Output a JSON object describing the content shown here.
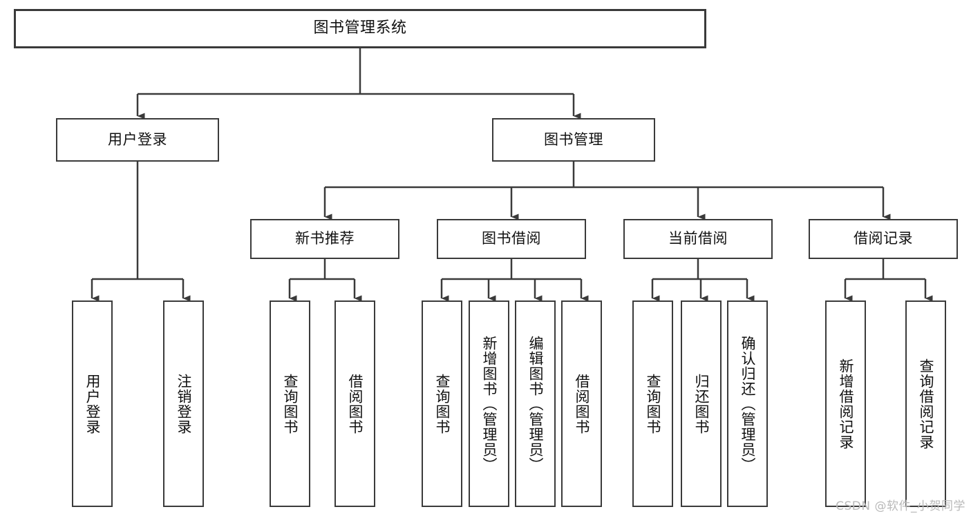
{
  "diagram": {
    "title": "图书管理系统",
    "watermark": "CSDN @软件_小贺同学",
    "stroke_color": "#3a3a3a",
    "background_color": "#ffffff",
    "text_color": "#111111",
    "root": {
      "label": "图书管理系统"
    },
    "level2": [
      {
        "label": "用户登录"
      },
      {
        "label": "图书管理"
      }
    ],
    "level3": [
      {
        "label": "新书推荐"
      },
      {
        "label": "图书借阅"
      },
      {
        "label": "当前借阅"
      },
      {
        "label": "借阅记录"
      }
    ],
    "leaves": {
      "user_login": [
        {
          "label": "用户登录"
        },
        {
          "label": "注销登录"
        }
      ],
      "new_book_recommend": [
        {
          "label": "查询图书"
        },
        {
          "label": "借阅图书"
        }
      ],
      "book_borrow": [
        {
          "label": "查询图书"
        },
        {
          "label": "新增图书（管理员）"
        },
        {
          "label": "编辑图书（管理员）"
        },
        {
          "label": "借阅图书"
        }
      ],
      "current_borrow": [
        {
          "label": "查询图书"
        },
        {
          "label": "归还图书"
        },
        {
          "label": "确认归还（管理员）"
        }
      ],
      "borrow_record": [
        {
          "label": "新增借阅记录"
        },
        {
          "label": "查询借阅记录"
        }
      ]
    }
  }
}
